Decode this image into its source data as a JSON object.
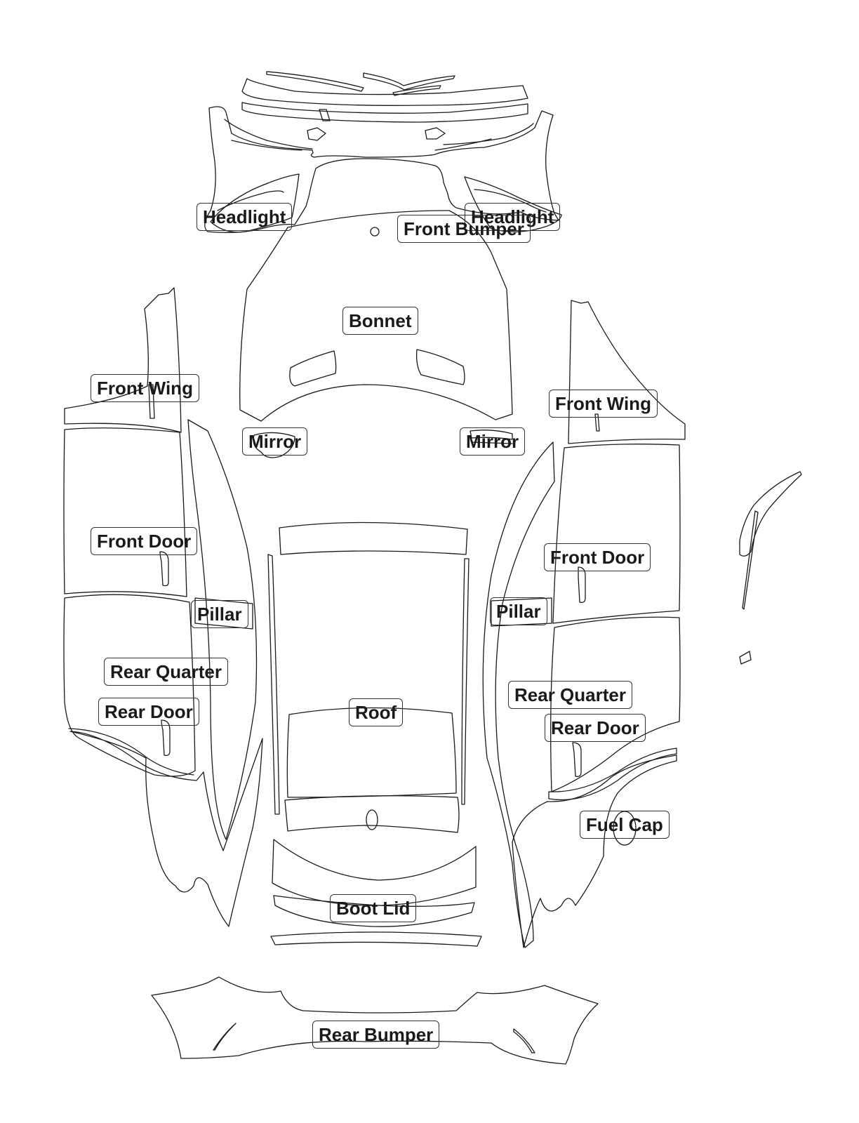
{
  "labels": {
    "headlight_left": "Headlight",
    "headlight_right": "Headlight",
    "front_bumper": "Front Bumper",
    "bonnet": "Bonnet",
    "front_wing_left": "Front Wing",
    "front_wing_right": "Front Wing",
    "mirror_left": "Mirror",
    "mirror_right": "Mirror",
    "front_door_left": "Front Door",
    "front_door_right": "Front Door",
    "pillar_left": "Pillar",
    "pillar_right": "Pillar",
    "rear_quarter_left": "Rear Quarter",
    "rear_quarter_right": "Rear Quarter",
    "rear_door_left": "Rear Door",
    "rear_door_right": "Rear Door",
    "roof": "Roof",
    "fuel_cap": "Fuel Cap",
    "boot_lid": "Boot Lid",
    "rear_bumper": "Rear Bumper"
  },
  "colors": {
    "line": "#1a1a1a",
    "background": "#ffffff"
  }
}
